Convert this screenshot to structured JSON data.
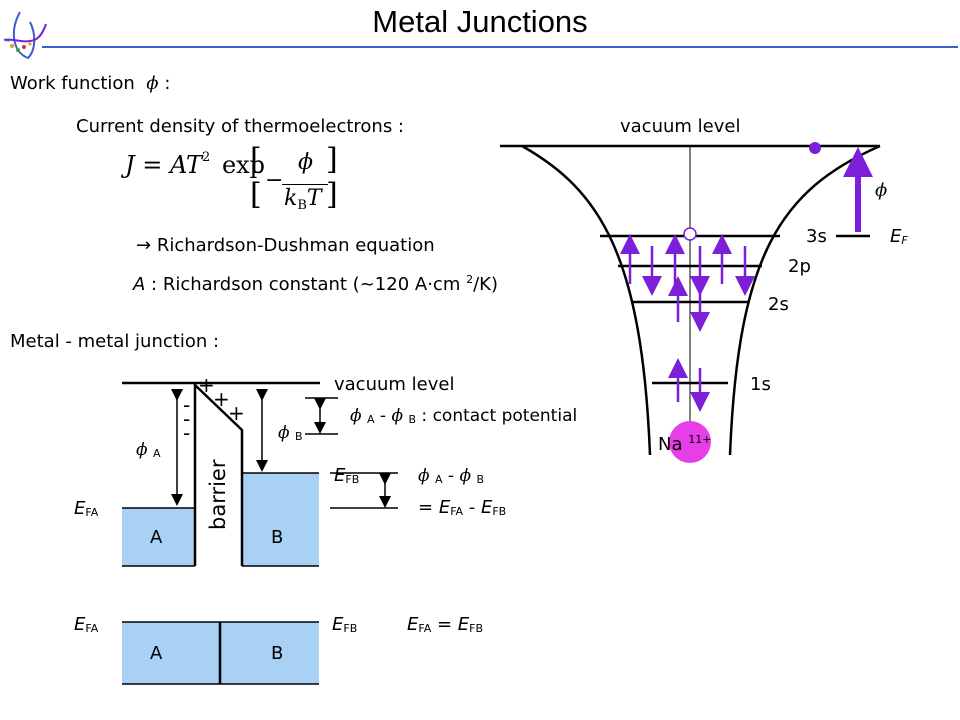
{
  "title": "Metal Junctions",
  "work_function": {
    "label": "Work function",
    "symbol": "ϕ",
    "colon": ":"
  },
  "current_density": {
    "label": "Current density of thermoelectrons :",
    "equation": {
      "lhs": "J = AT",
      "power": "2",
      "exp": "exp",
      "numerator": "ϕ",
      "minus": "−",
      "denominator_k": "k",
      "denominator_sub": "B",
      "denominator_T": "T"
    },
    "richardson_arrow": "→",
    "richardson_name": "Richardson-Dushman  equation",
    "constant_A": "A",
    "constant_text": " : Richardson constant (~120 A",
    "constant_dot": "·",
    "constant_unit": "cm ",
    "constant_unit_sup": "2",
    "constant_tail": "/K)"
  },
  "atom_diagram": {
    "vacuum_label": "vacuum level",
    "phi_symbol": "ϕ",
    "ef_main": "E",
    "ef_sub": "F",
    "levels": [
      "3s",
      "2p",
      "2s",
      "1s"
    ],
    "nucleus_label": "Na",
    "nucleus_charge": "11+",
    "colors": {
      "arrow": "#7b1fd9",
      "nucleus": "#e83ee8",
      "electron": "#7b1fd9"
    }
  },
  "junction": {
    "heading": "Metal - metal junction :",
    "vacuum_label": "vacuum level",
    "phi_A": "ϕ",
    "phi_A_sub": "A",
    "phi_B": "ϕ",
    "phi_B_sub": "B",
    "contact_phiA": "ϕ",
    "contact_subA": "A",
    "contact_dash": " - ",
    "contact_phiB": "ϕ",
    "contact_subB": "B",
    "contact_text": " : contact potential",
    "efb": "E",
    "efb_sub": "FB",
    "efa": "E",
    "efa_sub": "FA",
    "barrier": "barrier",
    "block_A": "A",
    "block_B": "B",
    "diff_phiA": "ϕ",
    "diff_subA": "A",
    "diff_dash": " - ",
    "diff_phiB": "ϕ",
    "diff_subB": "B",
    "diff_eq": "= ",
    "diff_E1": "E",
    "diff_E1_sub": "FA",
    "diff_minus": " - ",
    "diff_E2": "E",
    "diff_E2_sub": "FB",
    "charges_plus": "+",
    "charges_minus": "-",
    "colors": {
      "metal": "#a9d0f5"
    }
  },
  "equilibrium": {
    "efa": "E",
    "efa_sub": "FA",
    "efb": "E",
    "efb_sub": "FB",
    "block_A": "A",
    "block_B": "B",
    "eq_E1": "E",
    "eq_E1_sub": "FA",
    "eq_sign": " = ",
    "eq_E2": "E",
    "eq_E2_sub": "FB"
  }
}
